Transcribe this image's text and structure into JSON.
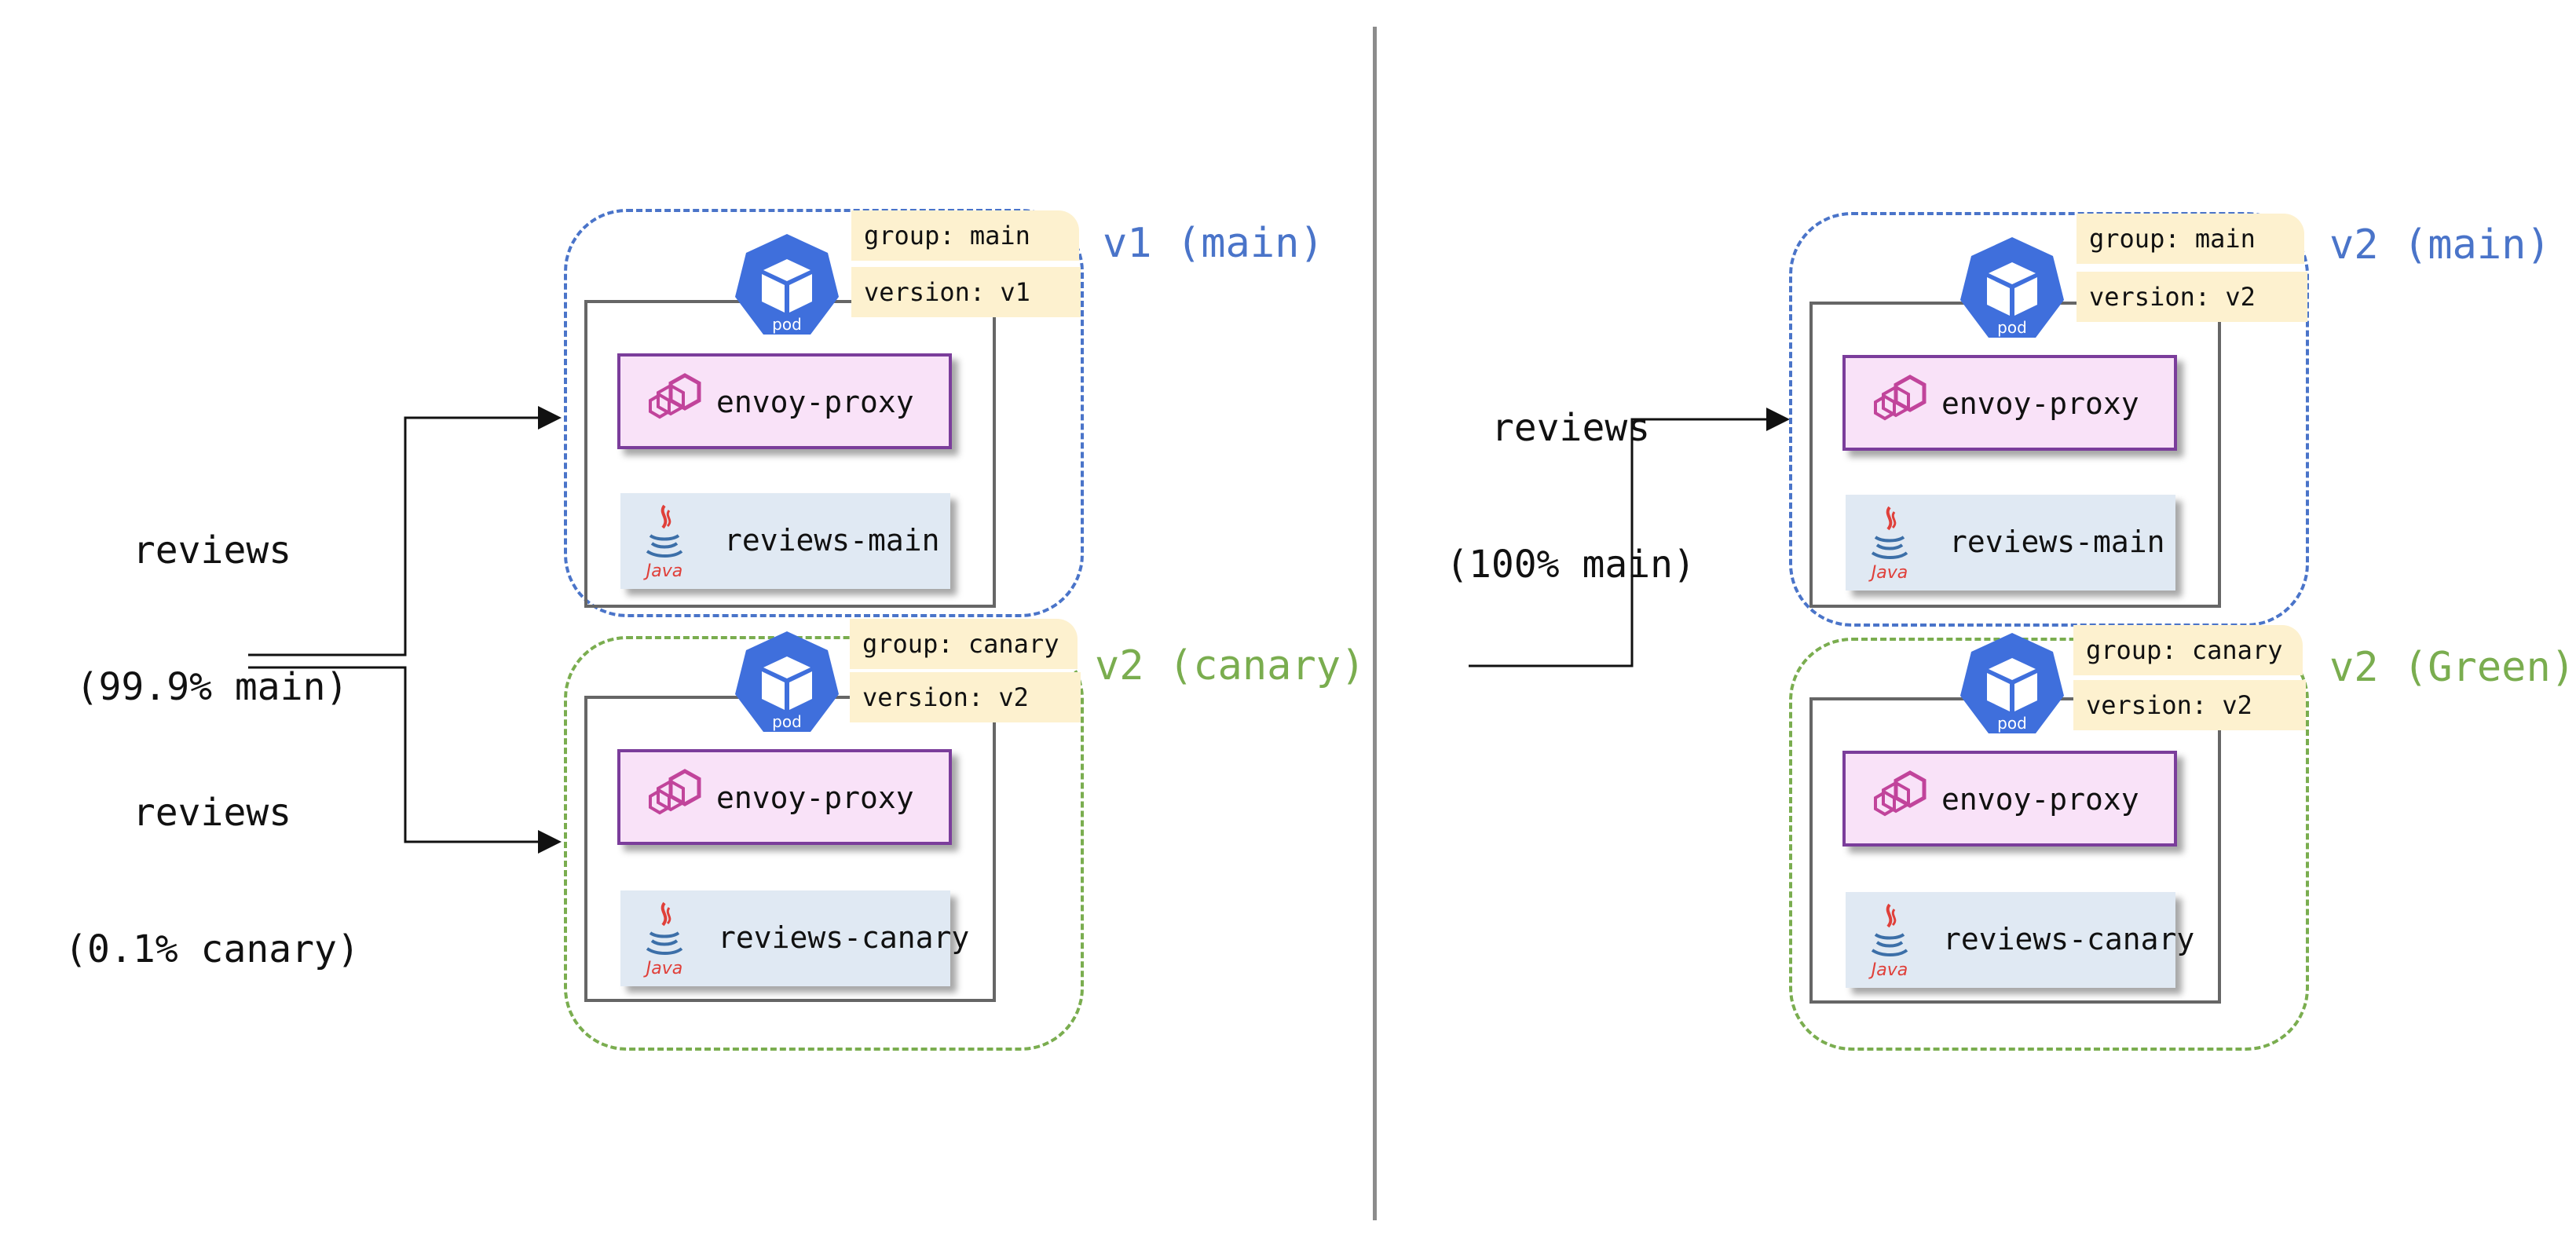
{
  "colors": {
    "main": "#4a74c9",
    "canary": "#7aad4f",
    "pod_blue": "#3f6fdc",
    "tag_bg": "#fdf1cf",
    "envoy_bg": "#f9e2f8",
    "envoy_border": "#7b3d9b",
    "java_bg": "#e0e9f3"
  },
  "left": {
    "route_main": {
      "line1": "reviews",
      "line2": "(99.9% main)"
    },
    "route_canary": {
      "line1": "reviews",
      "line2": "(0.1% canary)"
    },
    "main_group": {
      "title": "v1 (main)",
      "group_tag": "group: main",
      "version_tag": "version: v1",
      "pod_icon_text": "pod",
      "envoy_label": "envoy-proxy",
      "app_label": "reviews-main",
      "java_text": "Java"
    },
    "canary_group": {
      "title": "v2 (canary)",
      "group_tag": "group: canary",
      "version_tag": "version: v2",
      "pod_icon_text": "pod",
      "envoy_label": "envoy-proxy",
      "app_label": "reviews-canary",
      "java_text": "Java"
    }
  },
  "right": {
    "route_main": {
      "line1": "reviews",
      "line2": "(100% main)"
    },
    "main_group": {
      "title": "v2 (main)",
      "group_tag": "group: main",
      "version_tag": "version: v2",
      "pod_icon_text": "pod",
      "envoy_label": "envoy-proxy",
      "app_label": "reviews-main",
      "java_text": "Java"
    },
    "canary_group": {
      "title": "v2 (Green)",
      "group_tag": "group: canary",
      "version_tag": "version: v2",
      "pod_icon_text": "pod",
      "envoy_label": "envoy-proxy",
      "app_label": "reviews-canary",
      "java_text": "Java"
    }
  }
}
